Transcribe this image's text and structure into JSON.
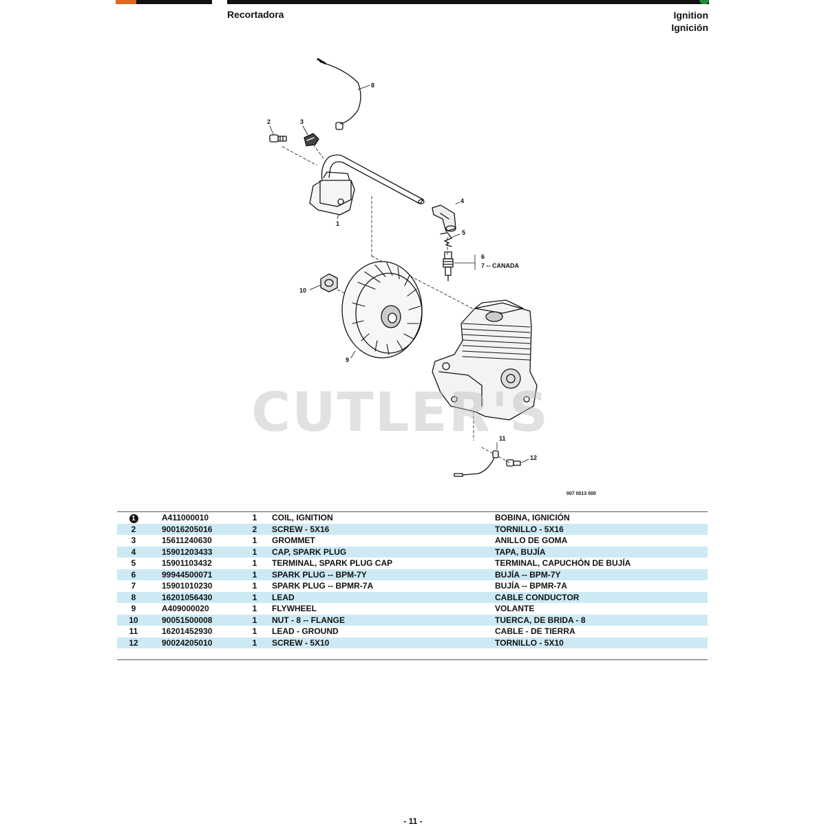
{
  "header": {
    "product": "Recortadora",
    "section_en": "Ignition",
    "section_es": "Ignición"
  },
  "watermark": "CUTLER'S",
  "diagram": {
    "figure_code": "007 0013 000",
    "callouts": [
      "1",
      "2",
      "3",
      "4",
      "5",
      "6",
      "7 -- CANADA",
      "8",
      "9",
      "10",
      "11",
      "12"
    ]
  },
  "parts": [
    {
      "ref": "1",
      "ref_style": "filled-circle",
      "part_no": "A411000010",
      "qty": "1",
      "desc_en": "COIL, IGNITION",
      "desc_es": "BOBINA, IGNICIÓN"
    },
    {
      "ref": "2",
      "part_no": "90016205016",
      "qty": "2",
      "desc_en": "SCREW - 5X16",
      "desc_es": "TORNILLO - 5X16"
    },
    {
      "ref": "3",
      "part_no": "15611240630",
      "qty": "1",
      "desc_en": "GROMMET",
      "desc_es": "ANILLO DE GOMA"
    },
    {
      "ref": "4",
      "part_no": "15901203433",
      "qty": "1",
      "desc_en": "CAP, SPARK PLUG",
      "desc_es": "TAPA, BUJÍA"
    },
    {
      "ref": "5",
      "part_no": "15901103432",
      "qty": "1",
      "desc_en": "TERMINAL, SPARK PLUG CAP",
      "desc_es": "TERMINAL, CAPUCHÓN DE BUJÍA"
    },
    {
      "ref": "6",
      "part_no": "99944500071",
      "qty": "1",
      "desc_en": "SPARK PLUG -- BPM-7Y",
      "desc_es": "BUJÍA -- BPM-7Y"
    },
    {
      "ref": "7",
      "part_no": "15901010230",
      "qty": "1",
      "desc_en": "SPARK PLUG -- BPMR-7A",
      "desc_es": "BUJÍA -- BPMR-7A"
    },
    {
      "ref": "8",
      "part_no": "16201056430",
      "qty": "1",
      "desc_en": "LEAD",
      "desc_es": "CABLE CONDUCTOR"
    },
    {
      "ref": "9",
      "part_no": "A409000020",
      "qty": "1",
      "desc_en": "FLYWHEEL",
      "desc_es": "VOLANTE"
    },
    {
      "ref": "10",
      "part_no": "90051500008",
      "qty": "1",
      "desc_en": "NUT - 8 -- FLANGE",
      "desc_es": "TUERCA, DE BRIDA - 8"
    },
    {
      "ref": "11",
      "part_no": "16201452930",
      "qty": "1",
      "desc_en": "LEAD - GROUND",
      "desc_es": "CABLE - DE TIERRA"
    },
    {
      "ref": "12",
      "part_no": "90024205010",
      "qty": "1",
      "desc_en": "SCREW - 5X10",
      "desc_es": "TORNILLO - 5X10"
    }
  ],
  "footer": {
    "page": "- 11 -"
  },
  "colors": {
    "row_shade": "#cde9f4",
    "brand_green": "#1f8a3a",
    "brand_orange": "#e0671e"
  }
}
